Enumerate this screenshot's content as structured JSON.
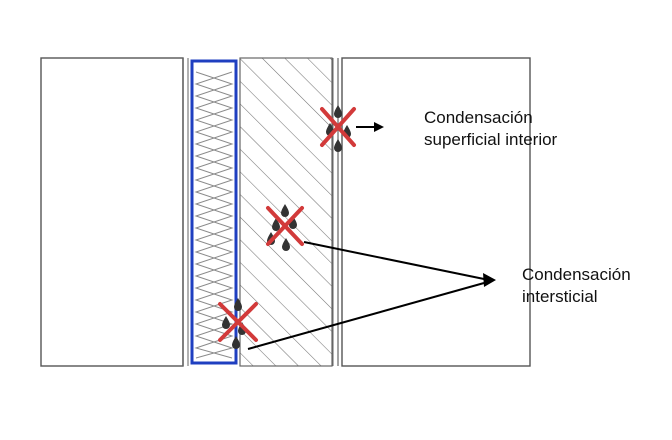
{
  "labels": {
    "surface_condensation": {
      "line1": "Condensación",
      "line2": "superficial  interior"
    },
    "interstitial_condensation": {
      "line1": "Condensación",
      "line2": "intersticial"
    }
  },
  "colors": {
    "wall_outline": "#555555",
    "insulation_border": "#1f3fc0",
    "insulation_fill": "#ffffff",
    "hatch": "#777777",
    "cross_mark": "#d23a3a",
    "droplet": "#333333",
    "arrow": "#000000"
  },
  "icons": {
    "condensation_marker": "crossed-droplets-icon",
    "arrowhead": "arrowhead-icon"
  }
}
